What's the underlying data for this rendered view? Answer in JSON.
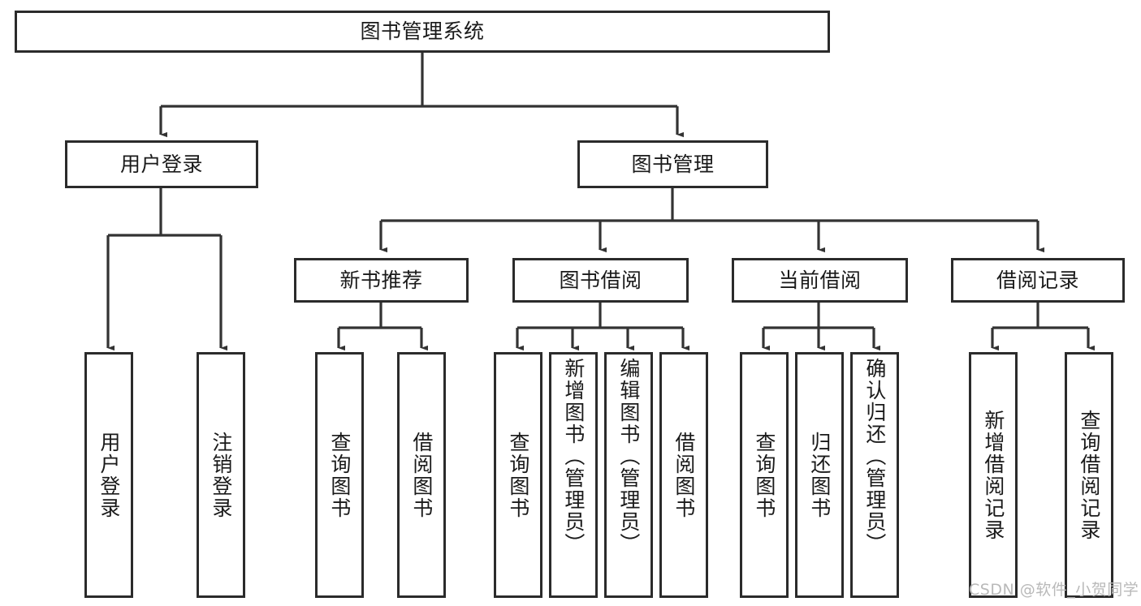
{
  "diagram": {
    "type": "hierarchy-tree",
    "title": "图书管理系统",
    "orientation": "top-down",
    "watermark": "CSDN @软件_小贺同学",
    "colors": {
      "box_border": "#2b2b2b",
      "box_fill": "#ffffff",
      "connector": "#333333",
      "text": "#1a1a1a",
      "watermark": "#b9b9b9",
      "background": "#ffffff"
    },
    "root": {
      "label": "图书管理系统"
    },
    "level2": [
      {
        "label": "用户登录"
      },
      {
        "label": "图书管理"
      }
    ],
    "level3": [
      {
        "label": "新书推荐"
      },
      {
        "label": "图书借阅"
      },
      {
        "label": "当前借阅"
      },
      {
        "label": "借阅记录"
      }
    ],
    "leaves": {
      "user_login": [
        {
          "label": "用户登录"
        },
        {
          "label": "注销登录"
        }
      ],
      "new_book_recommend": [
        {
          "label": "查询图书"
        },
        {
          "label": "借阅图书"
        }
      ],
      "book_borrow": [
        {
          "label": "查询图书"
        },
        {
          "label": "新增图书（管理员）"
        },
        {
          "label": "编辑图书（管理员）"
        },
        {
          "label": "借阅图书"
        }
      ],
      "current_borrow": [
        {
          "label": "查询图书"
        },
        {
          "label": "归还图书"
        },
        {
          "label": "确认归还（管理员）"
        }
      ],
      "borrow_record": [
        {
          "label": "新增借阅记录"
        },
        {
          "label": "查询借阅记录"
        }
      ]
    }
  }
}
